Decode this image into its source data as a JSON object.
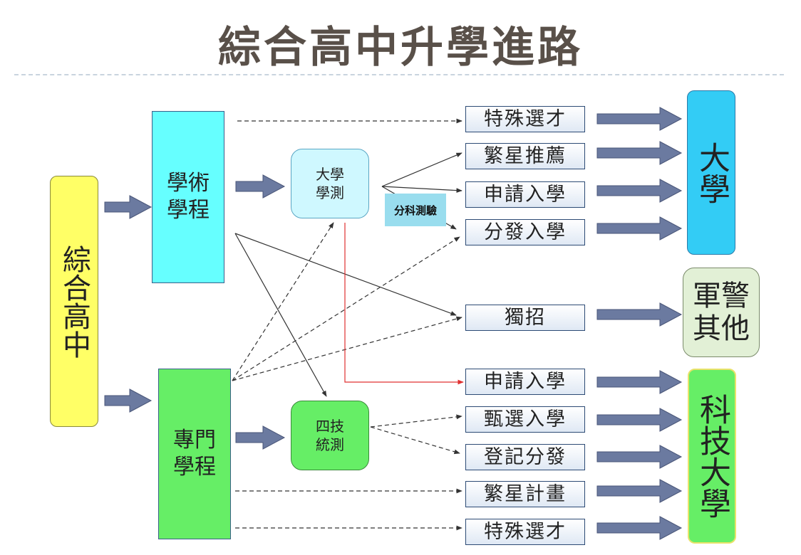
{
  "title": "綜合高中升學進路",
  "source": "綜合高中",
  "tracks": {
    "academic": [
      "學術",
      "學程"
    ],
    "vocational": [
      "專門",
      "學程"
    ]
  },
  "exams": {
    "gsat": [
      "大學",
      "學測"
    ],
    "tvee": [
      "四技",
      "統測"
    ]
  },
  "exam_note": "分科測驗",
  "routes": [
    "特殊選才",
    "繁星推薦",
    "申請入學",
    "分發入學",
    "獨招",
    "申請入學",
    "甄選入學",
    "登記分發",
    "繁星計畫",
    "特殊選才"
  ],
  "destinations": {
    "university": "大學",
    "military": [
      "軍警",
      "其他"
    ],
    "tech_university": "科技大學"
  },
  "colors": {
    "arrow_fill": "#6b7aa0",
    "line": "#333333",
    "red_line": "#e03030"
  }
}
